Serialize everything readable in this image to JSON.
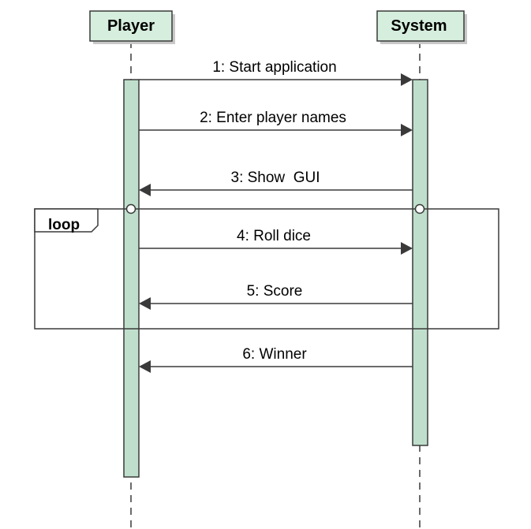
{
  "participants": [
    {
      "name": "Player"
    },
    {
      "name": "System"
    }
  ],
  "fragment": {
    "label": "loop"
  },
  "messages": [
    {
      "label": "1: Start application",
      "direction": "to-system"
    },
    {
      "label": "2: Enter player names",
      "direction": "to-system"
    },
    {
      "label": "3: Show  GUI",
      "direction": "to-player"
    },
    {
      "label": "4: Roll dice",
      "direction": "to-system"
    },
    {
      "label": "5: Score",
      "direction": "to-player"
    },
    {
      "label": "6: Winner",
      "direction": "to-player"
    }
  ],
  "colors": {
    "participant_fill": "#d6eedd",
    "activation_fill": "#bfdfcc",
    "line": "#3a3a3a"
  }
}
